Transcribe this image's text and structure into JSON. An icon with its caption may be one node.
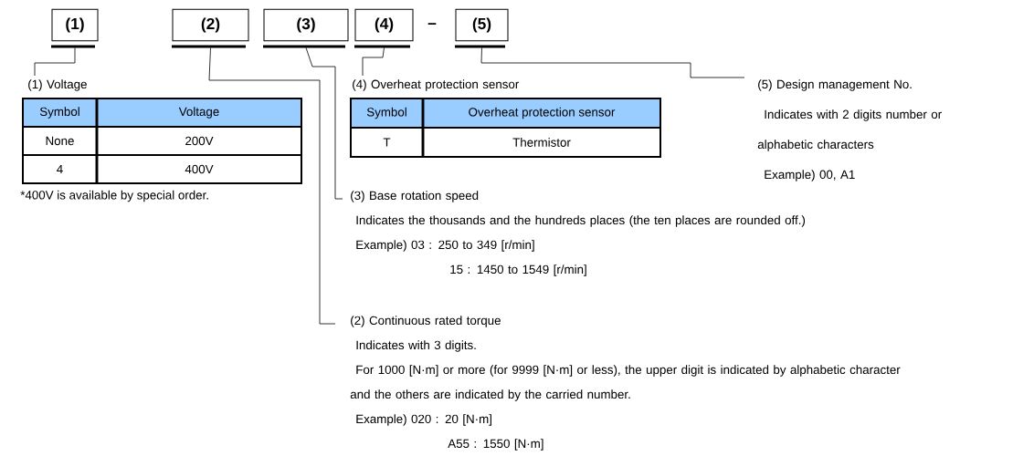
{
  "diagram": {
    "nodes": [
      {
        "text": [
          "(1)"
        ]
      },
      {
        "text": [
          "(2)"
        ]
      },
      {
        "text": [
          "(3)"
        ]
      },
      {
        "text": [
          "(4)"
        ]
      },
      {
        "text": [
          "(5)"
        ]
      },
      {
        "text": [
          "(1) Voltage"
        ]
      },
      {
        "text": [
          "(4) Overheat protection sensor"
        ]
      },
      {
        "text": [
          "(5) Design management No.",
          "Indicates with 2 digits number or alphabetic characters",
          "Example) 00, A1"
        ]
      },
      {
        "text": [
          "(3) Base rotation speed",
          "Indicates the thousands and the hundreds places (the ten places are rounded off.)",
          "Example) 03 : 250 to 349 [r/min]",
          "15 : 1450 to 1549 [r/min]"
        ]
      },
      {
        "text": [
          "(2) Continuous rated torque",
          "Indicates with 3 digits.",
          "For 1000 [N·m] or more (for 9999 [N·m] or less), the upper digit is indicated by alphabetic character and the others are indicated by the carried number.",
          "Example) 020 : 20 [N·m]",
          "A55 : 1550 [N·m]"
        ]
      }
    ],
    "edges": [
      {
        "from": 0,
        "to": 5,
        "arrow": "none"
      },
      {
        "from": 1,
        "to": 9,
        "arrow": "none"
      },
      {
        "from": 2,
        "to": 8,
        "arrow": "none"
      },
      {
        "from": 3,
        "to": 6,
        "arrow": "none"
      },
      {
        "from": 4,
        "to": 7,
        "arrow": "none"
      }
    ],
    "labels": [
      "–",
      "Symbol",
      "Voltage",
      "None",
      "200V",
      "4",
      "400V",
      "*400V is available by special order.",
      "Symbol",
      "Overheat protection sensor",
      "T",
      "Thermistor"
    ]
  }
}
